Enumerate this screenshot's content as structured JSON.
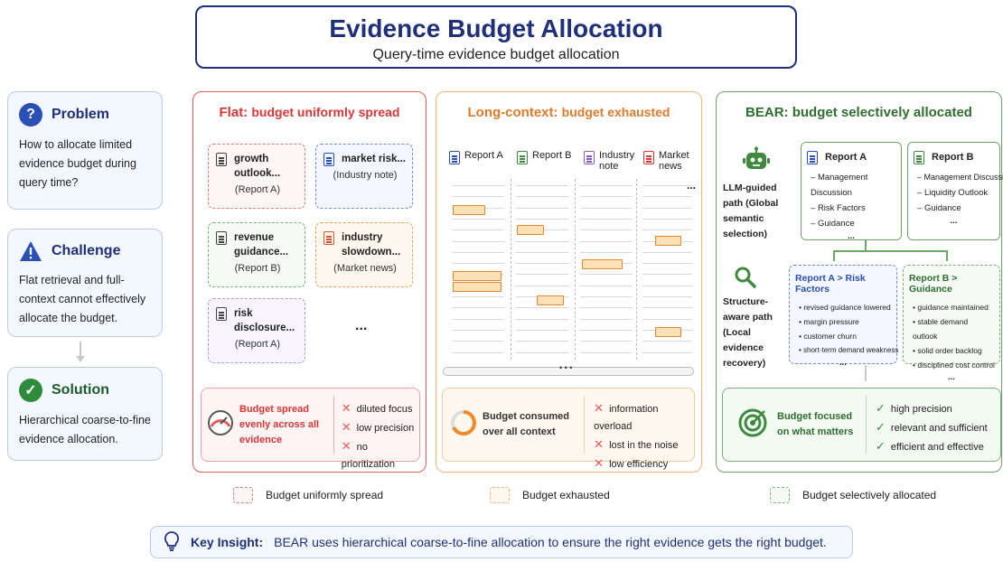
{
  "header": {
    "title": "Evidence Budget Allocation",
    "subtitle": "Query-time evidence budget allocation"
  },
  "left": {
    "problem": {
      "title": "Problem",
      "body": "How to allocate limited evidence budget during query time?",
      "icon": "?"
    },
    "challenge": {
      "title": "Challenge",
      "body": "Flat retrieval and full-context cannot effectively allocate the budget.",
      "icon": "!"
    },
    "solution": {
      "title": "Solution",
      "body": "Hierarchical coarse-to-fine evidence allocation.",
      "icon": "✓"
    }
  },
  "flat": {
    "title_bold": "Flat:",
    "title_rest": "budget uniformly spread",
    "cards": [
      {
        "title": "growth outlook...",
        "source": "(Report A)"
      },
      {
        "title": "market risk...",
        "source": "(Industry note)"
      },
      {
        "title": "revenue guidance...",
        "source": "(Report B)"
      },
      {
        "title": "industry slowdown...",
        "source": "(Market news)"
      },
      {
        "title": "risk disclosure...",
        "source": "(Report A)"
      }
    ],
    "ellipsis": "...",
    "summary": "Budget spread evenly across all evidence",
    "issues": [
      "diluted focus",
      "low precision",
      "no prioritization"
    ]
  },
  "long": {
    "title_bold": "Long-context:",
    "title_rest": "budget exhausted",
    "columns": [
      "Report A",
      "Report B",
      "Industry note",
      "Market news"
    ],
    "more": "...",
    "scroll_dots": "• • •",
    "summary": "Budget consumed over all context",
    "issues": [
      "information overload",
      "lost in the noise",
      "low efficiency"
    ]
  },
  "bear": {
    "title": "BEAR: budget selectively allocated",
    "llm_path": "LLM-guided path (Global semantic selection)",
    "struct_path": "Structure-aware path (Local evidence recovery)",
    "reportA": {
      "title": "Report A",
      "items": [
        "Management Discussion",
        "Risk Factors",
        "Guidance"
      ],
      "more": "..."
    },
    "reportB": {
      "title": "Report B",
      "items": [
        "Management Discussion",
        "Liquidity Outlook",
        "Guidance"
      ],
      "more": "..."
    },
    "detailA": {
      "path": "Report A",
      "section": "Risk Factors",
      "items": [
        "revised guidance lowered",
        "margin pressure",
        "customer churn",
        "short-term demand weakness"
      ],
      "more": "..."
    },
    "detailB": {
      "path": "Report B",
      "section": "Guidance",
      "items": [
        "guidance maintained",
        "stable demand outlook",
        "solid order backlog",
        "disciplined cost control"
      ],
      "more": "..."
    },
    "summary": "Budget focused on what matters",
    "benefits": [
      "high precision",
      "relevant and sufficient",
      "efficient and effective"
    ]
  },
  "legend": [
    "Budget uniformly spread",
    "Budget exhausted",
    "Budget selectively allocated"
  ],
  "insight": {
    "label": "Key Insight:",
    "text": "BEAR uses hierarchical coarse-to-fine allocation to ensure the right evidence gets the right budget."
  },
  "colors": {
    "navy": "#1f2f7a",
    "red": "#e55a5a",
    "orange": "#f5a25a",
    "green": "#3f8a3f",
    "blue": "#3b5bc4",
    "purple": "#8a5ac4"
  }
}
